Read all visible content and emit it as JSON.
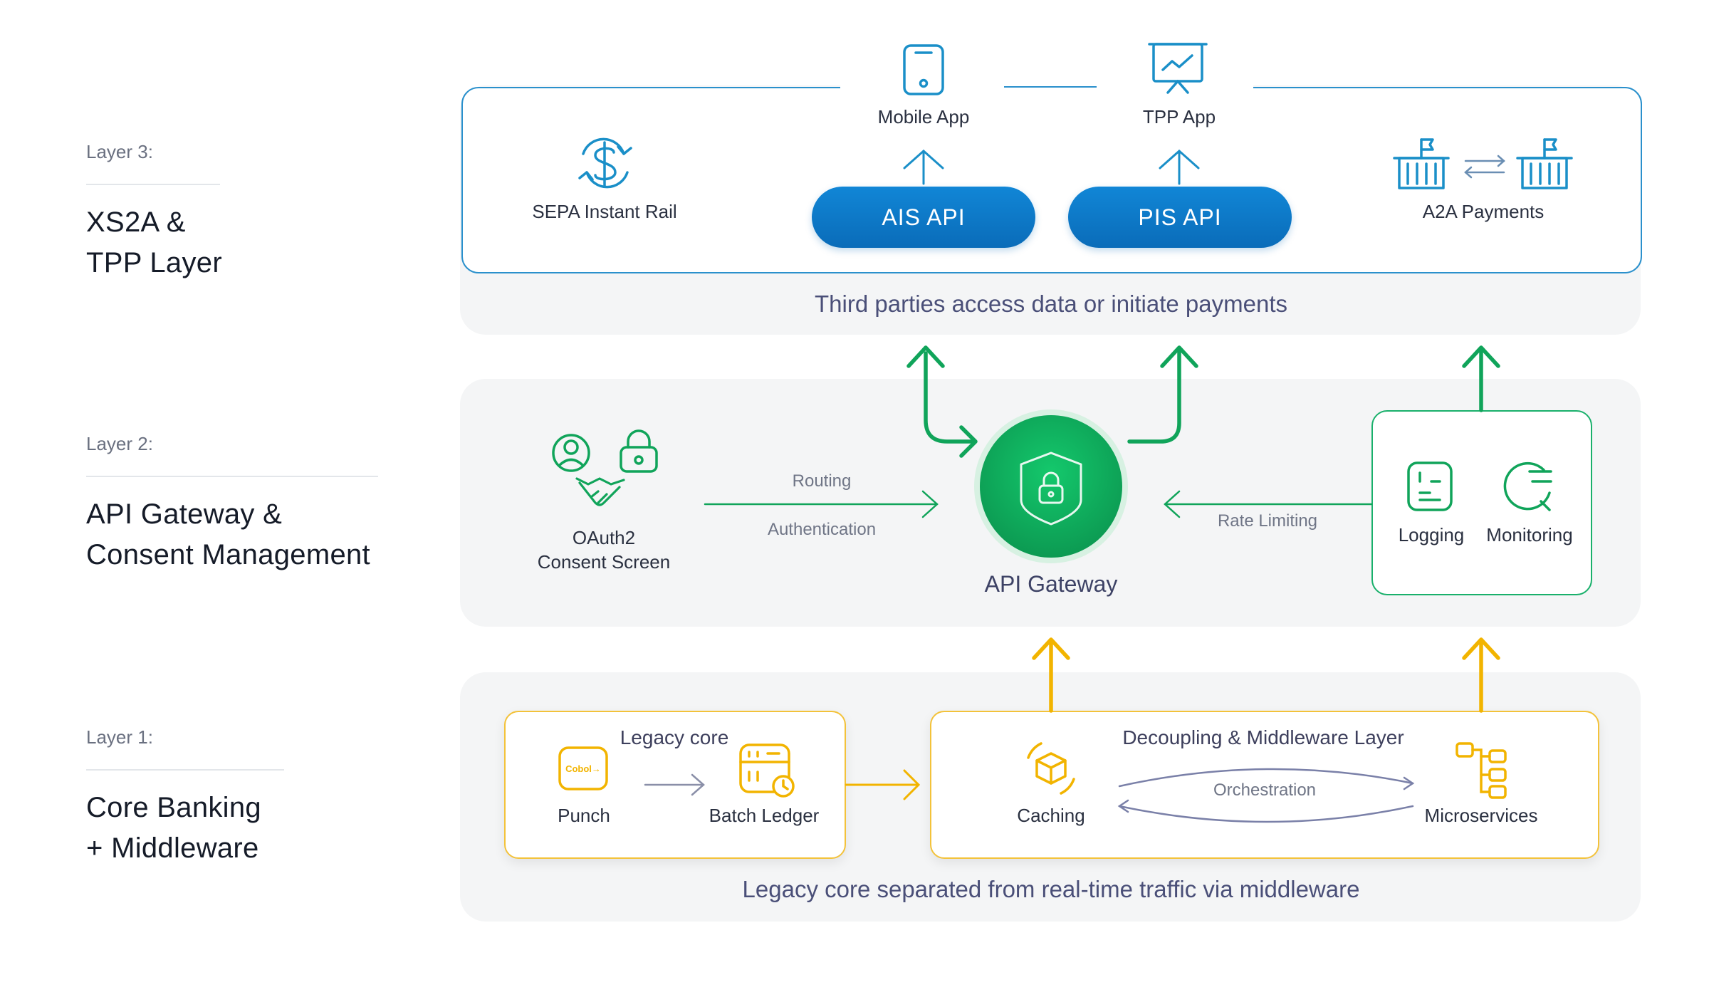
{
  "layers": [
    {
      "label": "Layer 3:",
      "title_line1": "XS2A &",
      "title_line2": "TPP Layer"
    },
    {
      "label": "Layer 2:",
      "title_line1": "API Gateway &",
      "title_line2": "Consent Management"
    },
    {
      "label": "Layer 1:",
      "title_line1": "Core Banking",
      "title_line2": "+ Middleware"
    }
  ],
  "layer3": {
    "mobile_app": "Mobile App",
    "tpp_app": "TPP App",
    "sepa": "SEPA Instant Rail",
    "ais_api": "AIS API",
    "pis_api": "PIS API",
    "a2a": "A2A Payments",
    "caption": "Third parties access data or initiate payments"
  },
  "layer2": {
    "oauth_line1": "OAuth2",
    "oauth_line2": "Consent Screen",
    "routing": "Routing",
    "authentication": "Authentication",
    "gateway": "API Gateway",
    "rate_limiting": "Rate Limiting",
    "logging": "Logging",
    "monitoring": "Monitoring"
  },
  "layer1": {
    "legacy_title": "Legacy core",
    "cobol_badge": "Cobol→",
    "punch": "Punch",
    "batch_ledger": "Batch Ledger",
    "decoupling_title": "Decoupling & Middleware Layer",
    "caching": "Caching",
    "orchestration": "Orchestration",
    "microservices": "Microservices",
    "caption": "Legacy core separated from real-time traffic via middleware"
  },
  "colors": {
    "blue": "#0a72c2",
    "teal_icon": "#1a8fc8",
    "green": "#10a45a",
    "green_bright": "#17c46a",
    "gold": "#f2b400",
    "panel": "#f4f5f6"
  }
}
